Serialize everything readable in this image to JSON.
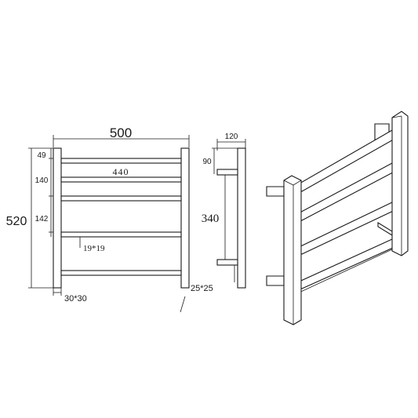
{
  "front_view": {
    "width_label": "500",
    "height_label": "520",
    "top_gap_label": "49",
    "gap1_label": "140",
    "gap2_label": "142",
    "bar_length_label": "440",
    "bar_section_label": "19*19",
    "post_section_label": "30*30"
  },
  "side_view": {
    "depth_label": "120",
    "bracket_label": "90",
    "bracket_spacing_label": "340",
    "bracket_section_label": "25*25"
  }
}
